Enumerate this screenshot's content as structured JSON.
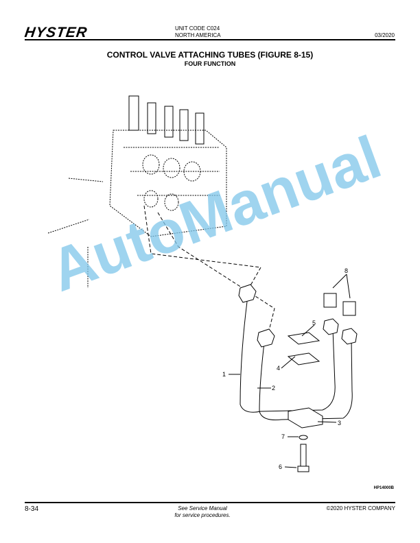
{
  "header": {
    "logo": "HYSTER",
    "unit_code": "UNIT CODE C024",
    "region": "NORTH AMERICA",
    "date": "03/2020"
  },
  "title": "CONTROL VALVE ATTACHING TUBES (FIGURE 8-15)",
  "subtitle": "FOUR FUNCTION",
  "figure": {
    "callouts": [
      "1",
      "2",
      "3",
      "4",
      "5",
      "6",
      "7",
      "8"
    ],
    "code": "HP14000B"
  },
  "watermark": "AutoManual",
  "footer": {
    "page": "8-34",
    "note_line1": "See Service Manual",
    "note_line2": "for service procedures.",
    "copyright": "©2020 HYSTER COMPANY"
  }
}
